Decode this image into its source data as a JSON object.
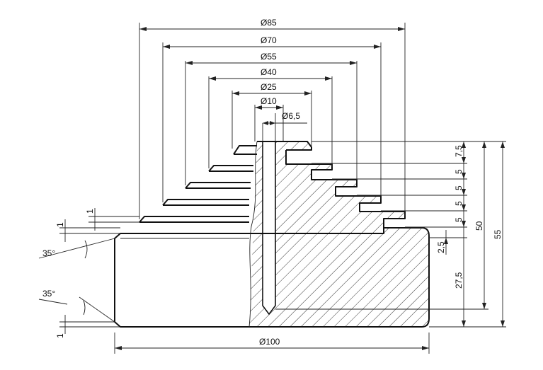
{
  "drawing": {
    "top_dimensions": [
      "Ø85",
      "Ø70",
      "Ø55",
      "Ø40",
      "Ø25",
      "Ø10",
      "Ø6,5"
    ],
    "bottom_dimension": "Ø100",
    "right_dimensions": [
      "7,5",
      "5",
      "5",
      "5",
      "5",
      "2,5",
      "27,5",
      "50",
      "55"
    ],
    "left_dimensions": [
      "1",
      "1",
      "1"
    ],
    "angles": [
      "35°",
      "35°"
    ]
  }
}
